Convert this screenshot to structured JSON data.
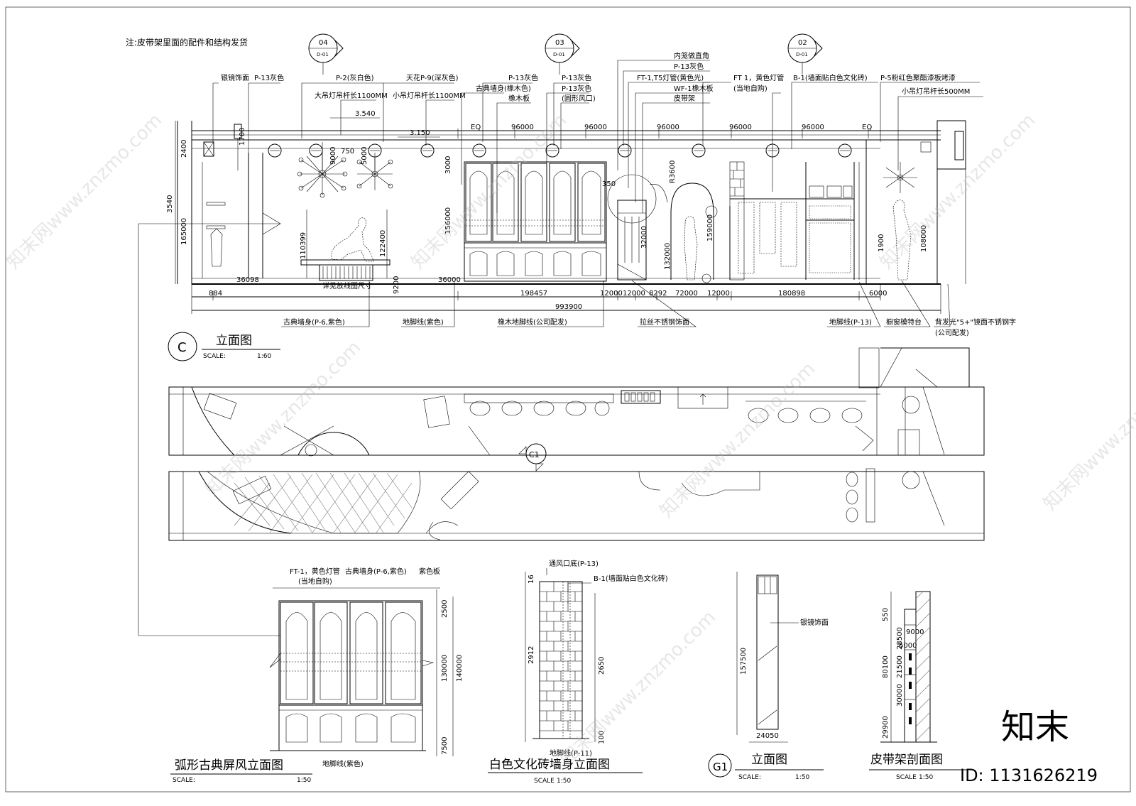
{
  "note": "注:皮带架里面的配件和结构发货",
  "bubbles": [
    {
      "num": "04",
      "ref": "D-01"
    },
    {
      "num": "03",
      "ref": "D-01"
    },
    {
      "num": "02",
      "ref": "D-01"
    }
  ],
  "top_labels": {
    "l1": "银镜饰面",
    "l2": "P-13灰色",
    "l3": "P-2(灰白色)",
    "l4": "大吊灯吊杆长1100MM",
    "l5": "天花P-9(深灰色)",
    "l6": "小吊灯吊杆长1100MM",
    "l7": "P-13灰色",
    "l8": "古典墙身(橡木色)",
    "l9": "橡木板",
    "l10": "P-13灰色",
    "l11": "P-13灰色",
    "l12": "(圆形风口)",
    "l13": "内笼做直角",
    "l14": "P-13灰色",
    "l15": "FT-1,T5灯管(黄色光)",
    "l16": "WF-1橡木板",
    "l17": "皮带架",
    "l18": "FT 1，黄色灯管",
    "l19": "(当地自购)",
    "l20": "B-1(墙面贴白色文化砖)",
    "l21": "P-5粉红色聚酯漆板烤漆",
    "l22": "小吊灯吊杆长500MM"
  },
  "dims_top": [
    "EQ",
    "96000",
    "96000",
    "96000",
    "96000",
    "96000",
    "EQ"
  ],
  "dims_misc": {
    "d3540a": "3.540",
    "d3150": "3.150",
    "d750": "750",
    "d2400": "2400",
    "d3540": "3540",
    "d165000": "165000",
    "d1700": "1700",
    "d9000": "9000",
    "d5000": "5000",
    "d110399": "110399",
    "d122400": "122400",
    "d156000": "156000",
    "d3000": "3000",
    "d350": "350",
    "d3600": "R3600",
    "d132000": "132000",
    "d159000": "159000",
    "d32000": "32000",
    "d1900": "1900",
    "d108000": "108000",
    "d36098": "36098",
    "d36000": "36000",
    "d9200": "9200"
  },
  "dims_bottom": [
    "884",
    "198457",
    "12000",
    "12000",
    "8292",
    "72000",
    "12000",
    "180898",
    "6000"
  ],
  "dim_total": "993900",
  "detail_label": "详见放线图尺寸",
  "bottom_labels": {
    "b1": "古典墙身(P-6,紫色)",
    "b2": "地脚线(紫色)",
    "b3": "橡木地脚线(公司配发)",
    "b4": "拉丝不锈钢饰面",
    "b5": "地脚线(P-13)",
    "b6": "橱窗模特台",
    "b7": "背发光\"5+\"镜面不锈钢字",
    "b8": "(公司配发)"
  },
  "elevation_c": {
    "letter": "C",
    "title": "立面图",
    "scale_label": "SCALE:",
    "scale": "1:60"
  },
  "plan_marker": "C1",
  "det1": {
    "top1": "FT-1，黄色灯管",
    "top1b": "(当地自购)",
    "top2": "古典墙身(P-6,紫色)",
    "top3": "紫色板",
    "dims": [
      "2500",
      "130000",
      "140000",
      "7500"
    ],
    "bottom": "地脚线(紫色)",
    "title": "弧形古典屏风立面图",
    "scale_label": "SCALE:",
    "scale": "1:50"
  },
  "det2": {
    "top1": "通风口底(P-13)",
    "top2": "B-1(墙面贴白色文化砖)",
    "dims": [
      "16",
      "2912",
      "2650",
      "100"
    ],
    "bottom": "地脚线(P-11)",
    "title": "白色文化砖墙身立面图",
    "scale_label": "SCALE",
    "scale": "1:50"
  },
  "det3": {
    "label": "银镜饰面",
    "dims": [
      "157500",
      "24050"
    ],
    "letter": "G1",
    "title": "立面图",
    "scale_label": "SCALE:",
    "scale": "1:50"
  },
  "det4": {
    "dims": [
      "550",
      "9000",
      "28500",
      "6000",
      "80100",
      "21500",
      "30000",
      "29900"
    ],
    "title": "皮带架剖面图",
    "scale_label": "SCALE",
    "scale": "1:50"
  },
  "logo": "知末",
  "id_text": "ID: 1131626219",
  "watermark": "知末网www.znzmo.com"
}
